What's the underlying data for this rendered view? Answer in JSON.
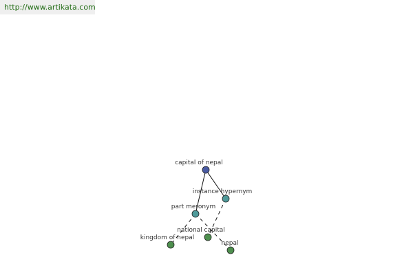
{
  "header": {
    "source_url": "http://www.artikata.com"
  },
  "colors": {
    "root_node": "#4a5ba3",
    "relation_node": "#4f9a9a",
    "leaf_node": "#4e8f4e",
    "link_text": "#1f6b12"
  },
  "graph": {
    "nodes": [
      {
        "id": "capital-of-nepal",
        "label": "capital of nepal",
        "kind": "root"
      },
      {
        "id": "instance-hypernym",
        "label": "instance hypernym",
        "kind": "relation"
      },
      {
        "id": "part-meronym",
        "label": "part meronym",
        "kind": "relation"
      },
      {
        "id": "national-capital",
        "label": "national capital",
        "kind": "leaf"
      },
      {
        "id": "kingdom-of-nepal",
        "label": "kingdom of nepal",
        "kind": "leaf"
      },
      {
        "id": "nepal",
        "label": "nepal",
        "kind": "leaf"
      }
    ],
    "edges": [
      {
        "from": "capital-of-nepal",
        "to": "instance-hypernym",
        "style": "solid"
      },
      {
        "from": "capital-of-nepal",
        "to": "part-meronym",
        "style": "solid"
      },
      {
        "from": "instance-hypernym",
        "to": "national-capital",
        "style": "dashed"
      },
      {
        "from": "part-meronym",
        "to": "kingdom-of-nepal",
        "style": "dashed"
      },
      {
        "from": "part-meronym",
        "to": "nepal",
        "style": "dashed"
      }
    ]
  }
}
